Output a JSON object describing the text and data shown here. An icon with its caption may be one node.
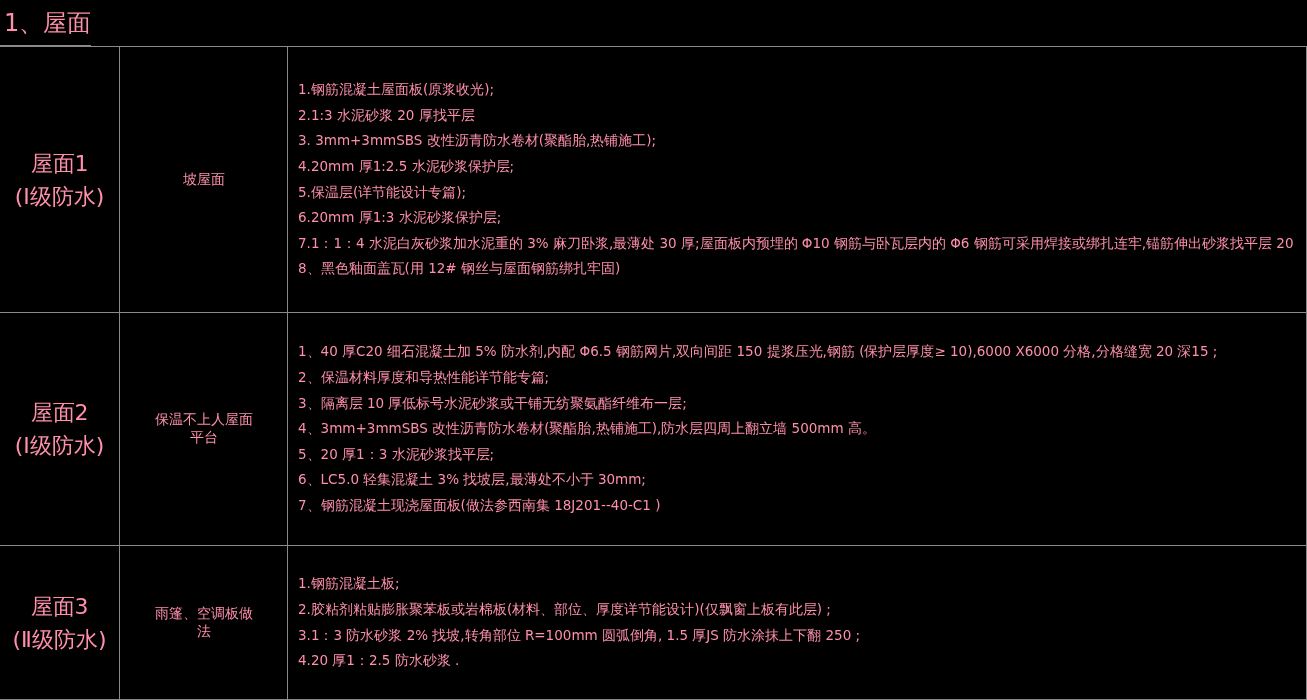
{
  "diagram": {
    "title": "1、屋面",
    "labels": [
      "屋面1",
      "(Ⅰ级防水)",
      "坡屋面",
      "1.钢筋混凝土屋面板(原浆收光);",
      "2.1:3 水泥砂浆 20 厚找平层",
      "3. 3mm+3mmSBS 改性沥青防水卷材(聚酯胎,热铺施工);",
      "4.20mm 厚1:2.5 水泥砂浆保护层;",
      "5.保温层(详节能设计专篇);",
      "6.20mm 厚1:3 水泥砂浆保护层;",
      "7.1：1：4 水泥白灰砂浆加水泥重的 3% 麻刀卧浆,最薄处 30 厚;屋面板内预埋的 Φ10 钢筋与卧瓦层内的 Φ6 钢筋可采用焊接或绑扎连牢,锚筋伸出砂浆找平层 20",
      "8、黑色釉面盖瓦(用 12# 钢丝与屋面钢筋绑扎牢固)",
      "屋面2",
      "(Ⅰ级防水)",
      "保温不上人屋面平台",
      "1、40 厚C20 细石混凝土加 5% 防水剂,内配 Φ6.5 钢筋网片,双向间距 150 提浆压光,钢筋 (保护层厚度≥ 10),6000 X6000 分格,分格缝宽 20 深15 ;",
      "2、保温材料厚度和导热性能详节能专篇;",
      "3、隔离层 10 厚低标号水泥砂浆或干铺无纺聚氨酯纤维布一层;",
      "4、3mm+3mmSBS 改性沥青防水卷材(聚酯胎,热铺施工),防水层四周上翻立墙 500mm 高。",
      "5、20 厚1：3 水泥砂浆找平层;",
      "6、LC5.0 轻集混凝土 3% 找坡层,最薄处不小于 30mm;",
      "7、钢筋混凝土现浇屋面板(做法参西南集 18J201--40-C1 )",
      "屋面3",
      "(Ⅱ级防水)",
      "雨篷、空调板做法",
      "1.钢筋混凝土板;",
      "2.胶粘剂粘贴膨胀聚苯板或岩棉板(材料、部位、厚度详节能设计)(仅飘窗上板有此层) ;",
      "3.1：3 防水砂浆 2% 找坡,转角部位 R=100mm 圆弧倒角, 1.5 厚JS 防水涂抹上下翻 250 ;",
      "4.20 厚1：2.5 防水砂浆 ."
    ]
  }
}
